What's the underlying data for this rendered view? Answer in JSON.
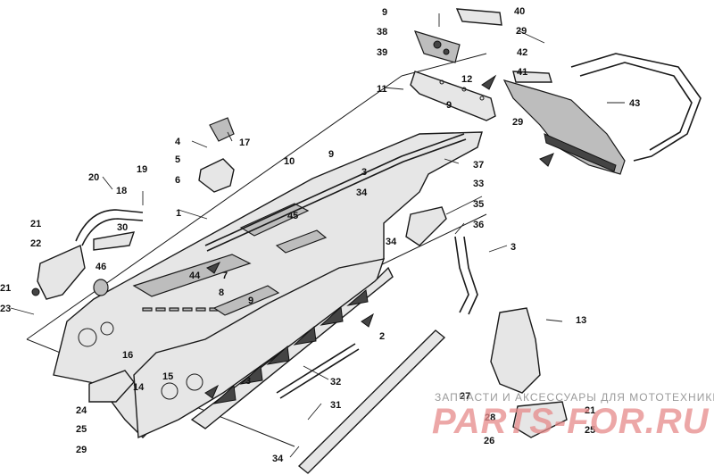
{
  "diagram": {
    "callouts": [
      {
        "id": "c1",
        "label": "1"
      },
      {
        "id": "c2",
        "label": "2"
      },
      {
        "id": "c3a",
        "label": "3"
      },
      {
        "id": "c3b",
        "label": "3"
      },
      {
        "id": "c3c",
        "label": "3"
      },
      {
        "id": "c4",
        "label": "4"
      },
      {
        "id": "c5",
        "label": "5"
      },
      {
        "id": "c6",
        "label": "6"
      },
      {
        "id": "c7",
        "label": "7"
      },
      {
        "id": "c8",
        "label": "8"
      },
      {
        "id": "c9a",
        "label": "9"
      },
      {
        "id": "c9b",
        "label": "9"
      },
      {
        "id": "c9c",
        "label": "9"
      },
      {
        "id": "c9d",
        "label": "9"
      },
      {
        "id": "c10",
        "label": "10"
      },
      {
        "id": "c11",
        "label": "11"
      },
      {
        "id": "c12",
        "label": "12"
      },
      {
        "id": "c13",
        "label": "13"
      },
      {
        "id": "c14",
        "label": "14"
      },
      {
        "id": "c15",
        "label": "15"
      },
      {
        "id": "c16",
        "label": "16"
      },
      {
        "id": "c17",
        "label": "17"
      },
      {
        "id": "c18",
        "label": "18"
      },
      {
        "id": "c19",
        "label": "19"
      },
      {
        "id": "c20",
        "label": "20"
      },
      {
        "id": "c21a",
        "label": "21"
      },
      {
        "id": "c21b",
        "label": "21"
      },
      {
        "id": "c21c",
        "label": "21"
      },
      {
        "id": "c22",
        "label": "22"
      },
      {
        "id": "c23",
        "label": "23"
      },
      {
        "id": "c24",
        "label": "24"
      },
      {
        "id": "c25a",
        "label": "25"
      },
      {
        "id": "c25b",
        "label": "25"
      },
      {
        "id": "c26",
        "label": "26"
      },
      {
        "id": "c27",
        "label": "27"
      },
      {
        "id": "c28",
        "label": "28"
      },
      {
        "id": "c29a",
        "label": "29"
      },
      {
        "id": "c29b",
        "label": "29"
      },
      {
        "id": "c29c",
        "label": "29"
      },
      {
        "id": "c30",
        "label": "30"
      },
      {
        "id": "c31",
        "label": "31"
      },
      {
        "id": "c32",
        "label": "32"
      },
      {
        "id": "c33",
        "label": "33"
      },
      {
        "id": "c34a",
        "label": "34"
      },
      {
        "id": "c34b",
        "label": "34"
      },
      {
        "id": "c34c",
        "label": "34"
      },
      {
        "id": "c35",
        "label": "35"
      },
      {
        "id": "c36",
        "label": "36"
      },
      {
        "id": "c37",
        "label": "37"
      },
      {
        "id": "c38",
        "label": "38"
      },
      {
        "id": "c39",
        "label": "39"
      },
      {
        "id": "c40",
        "label": "40"
      },
      {
        "id": "c41",
        "label": "41"
      },
      {
        "id": "c42",
        "label": "42"
      },
      {
        "id": "c43",
        "label": "43"
      },
      {
        "id": "c44",
        "label": "44"
      },
      {
        "id": "c45",
        "label": "45"
      },
      {
        "id": "c46",
        "label": "46"
      }
    ]
  },
  "watermark": {
    "tagline": "ЗАПЧАСТИ И АКСЕССУАРЫ ДЛЯ МОТОТЕХНИКИ",
    "logo": "PARTS-FOR.RU"
  }
}
